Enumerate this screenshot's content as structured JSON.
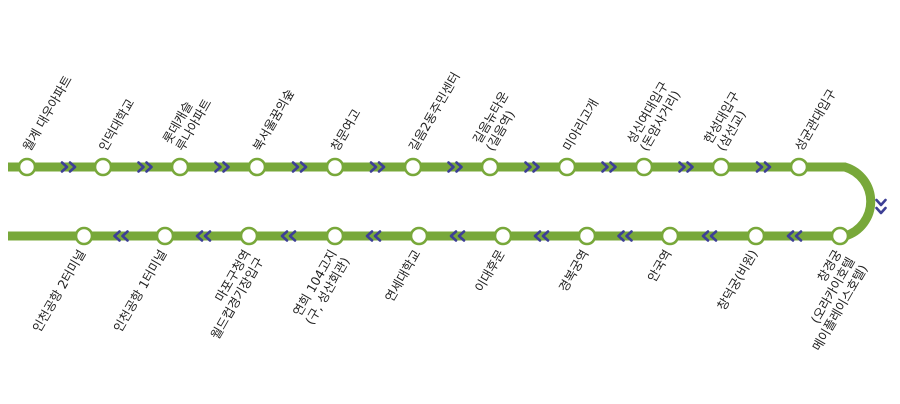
{
  "colors": {
    "line": "#78a83a",
    "arrow": "#3d3f95",
    "station_fill": "#ffffff",
    "station_stroke": "#78a83a",
    "text": "#222222"
  },
  "direction_icon": "double-chevron-arrow",
  "top_stations": [
    {
      "id": "wolgye",
      "lines": [
        "월계 대우아파트"
      ]
    },
    {
      "id": "inducollege",
      "lines": [
        "인덕대학교"
      ]
    },
    {
      "id": "lotte-castle",
      "lines": [
        "롯데캐슬",
        "루나아파트"
      ]
    },
    {
      "id": "bukseoul-forest",
      "lines": [
        "북서울꿈의숲"
      ]
    },
    {
      "id": "cheongmun-hs",
      "lines": [
        "창문여고"
      ]
    },
    {
      "id": "gireum2",
      "lines": [
        "길음2동주민센터"
      ]
    },
    {
      "id": "gireum-newtown",
      "lines": [
        "길음뉴타운",
        "(길음역)"
      ]
    },
    {
      "id": "miari",
      "lines": [
        "미아리고개"
      ]
    },
    {
      "id": "sungshin",
      "lines": [
        "성신여대입구",
        "(돈암사거리)"
      ]
    },
    {
      "id": "hansung",
      "lines": [
        "한성대입구",
        "(삼선교)"
      ]
    },
    {
      "id": "skku",
      "lines": [
        "성균관대입구"
      ]
    }
  ],
  "bottom_stations": [
    {
      "id": "incheon-t2",
      "lines": [
        "인천공항 2터미널"
      ]
    },
    {
      "id": "incheon-t1",
      "lines": [
        "인천공항 1터미널"
      ]
    },
    {
      "id": "mapo",
      "lines": [
        "마포구청역",
        "월드컵경기장입구"
      ]
    },
    {
      "id": "yeonhui104",
      "lines": [
        "연희 104고지",
        "(구, 성산회관)"
      ]
    },
    {
      "id": "yonsei",
      "lines": [
        "연세대학교"
      ]
    },
    {
      "id": "ewha",
      "lines": [
        "이대후문"
      ]
    },
    {
      "id": "gyeongbok",
      "lines": [
        "경복궁역"
      ]
    },
    {
      "id": "anguk",
      "lines": [
        "안국역"
      ]
    },
    {
      "id": "changdeok",
      "lines": [
        "창덕궁(비원)"
      ]
    },
    {
      "id": "changgyeong",
      "lines": [
        "창경궁",
        "(오라카이호텔",
        "메이플레이스호텔)"
      ]
    }
  ]
}
